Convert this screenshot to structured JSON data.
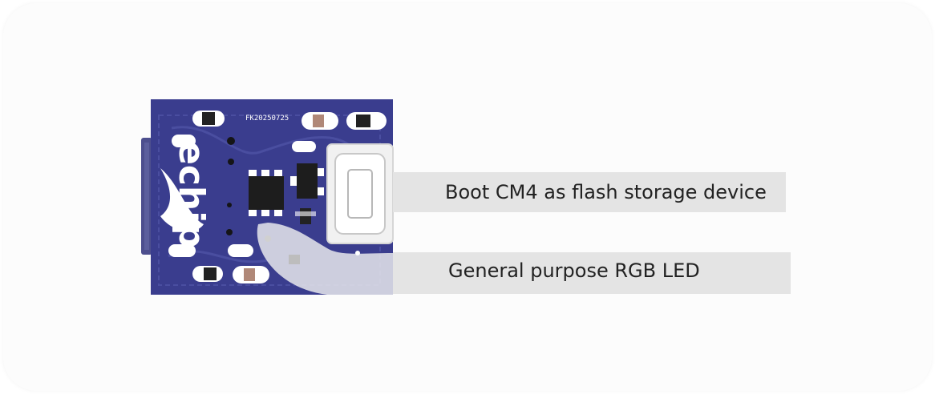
{
  "board": {
    "serial": "FK20250725",
    "logo_text": "echip",
    "colors": {
      "pcb": "#3a3d8e",
      "pcb_dark": "#2f3278",
      "silkscreen": "#ffffff"
    }
  },
  "callouts": {
    "boot_button": "Boot CM4 as flash storage device",
    "rgb_led": "General purpose RGB LED"
  },
  "colors": {
    "callout_background": "#e4e4e4",
    "text": "#222222"
  }
}
